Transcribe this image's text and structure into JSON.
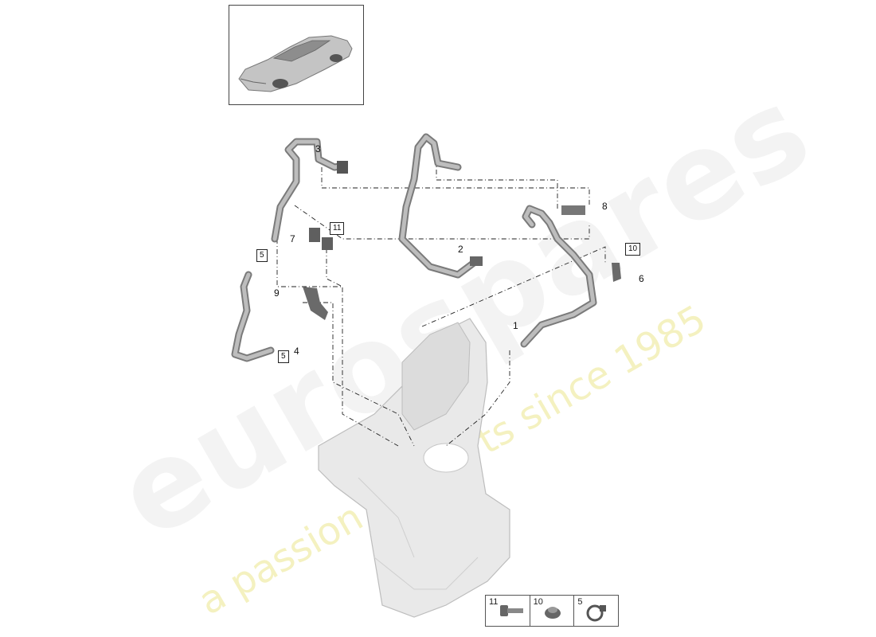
{
  "watermark": {
    "brand": "eurospares",
    "slogan": "a passion for parts since 1985",
    "brand_color": "#d9d9d9",
    "slogan_color": "#ece896"
  },
  "thumbnail": {
    "icon": "car-overview-icon"
  },
  "callouts": {
    "part_1": "1",
    "part_2": "2",
    "part_3": "3",
    "part_4": "4",
    "part_5_top": "5",
    "part_5_bottom": "5",
    "part_6": "6",
    "part_7": "7",
    "part_8": "8",
    "part_9": "9",
    "part_10": "10",
    "part_11": "11"
  },
  "legend": [
    {
      "number": "11",
      "icon": "bolt-icon"
    },
    {
      "number": "10",
      "icon": "grommet-icon"
    },
    {
      "number": "5",
      "icon": "hose-clamp-icon"
    }
  ]
}
